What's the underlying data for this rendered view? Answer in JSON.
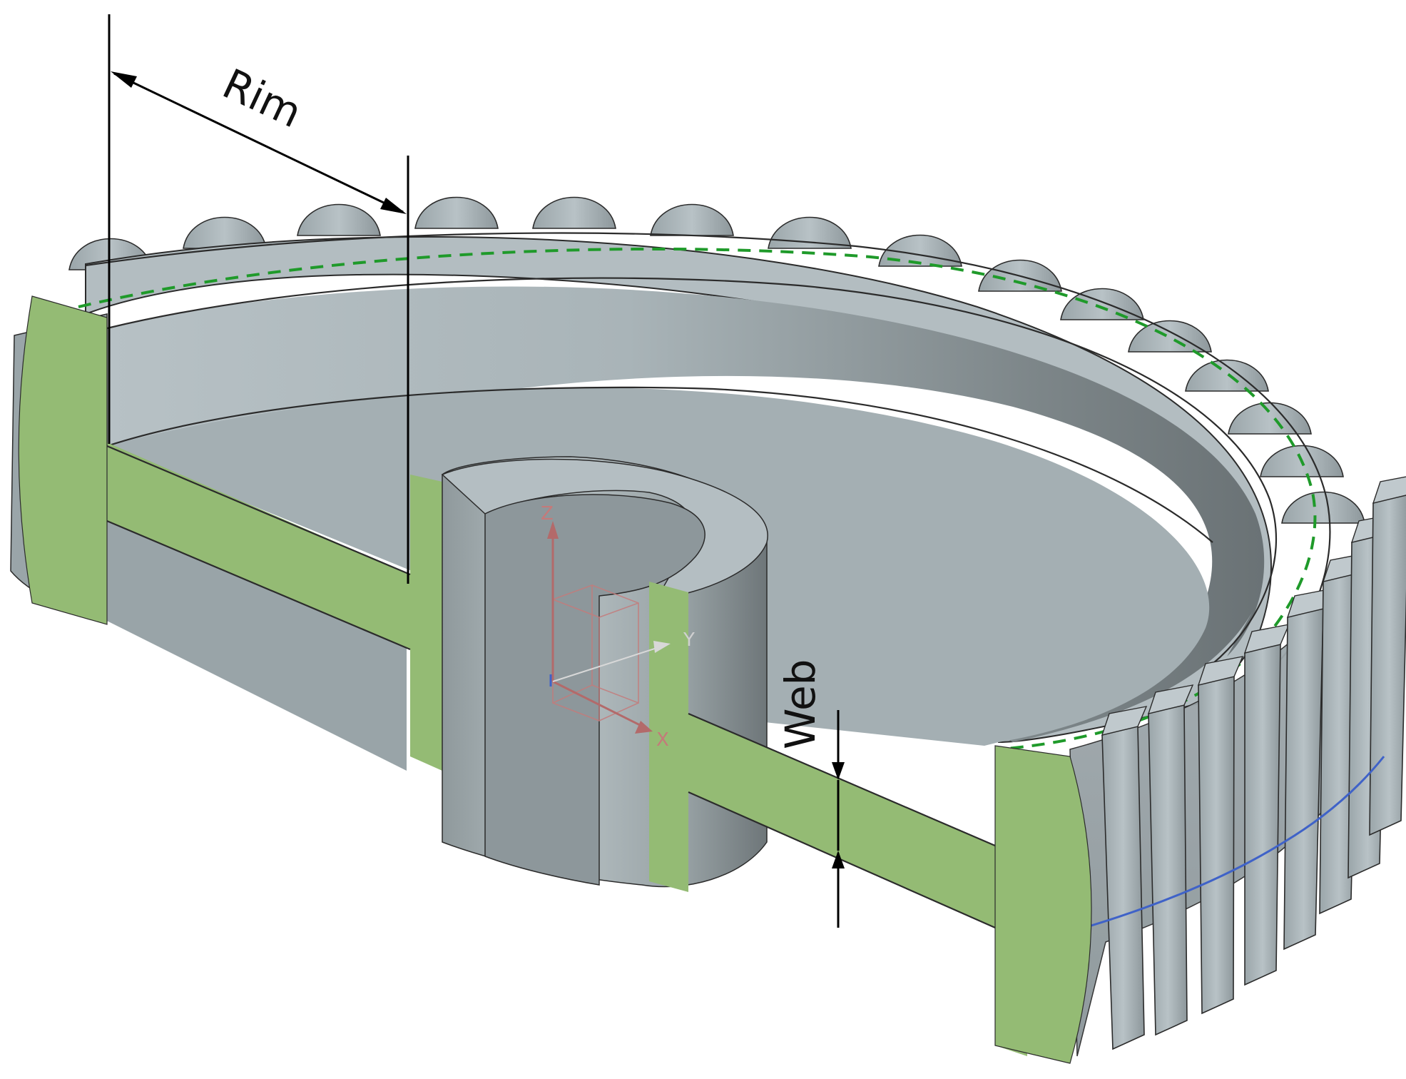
{
  "diagram": {
    "dimensions": {
      "rim_label": "Rim",
      "web_label": "Web"
    },
    "triad": {
      "z_label": "Z",
      "y_label": "Y",
      "x_label": "X"
    },
    "colors": {
      "section_fill": "#94bb74",
      "metal_light": "#b9c3c7",
      "metal_mid": "#a3aeb2",
      "metal_dark": "#6f777a",
      "pitch_line": "#1f9a2a",
      "tooth_mark_line": "#3f62c8",
      "triad_x": "#c46a6a",
      "triad_y": "#d8d8d8",
      "triad_z": "#c47a7a"
    }
  }
}
